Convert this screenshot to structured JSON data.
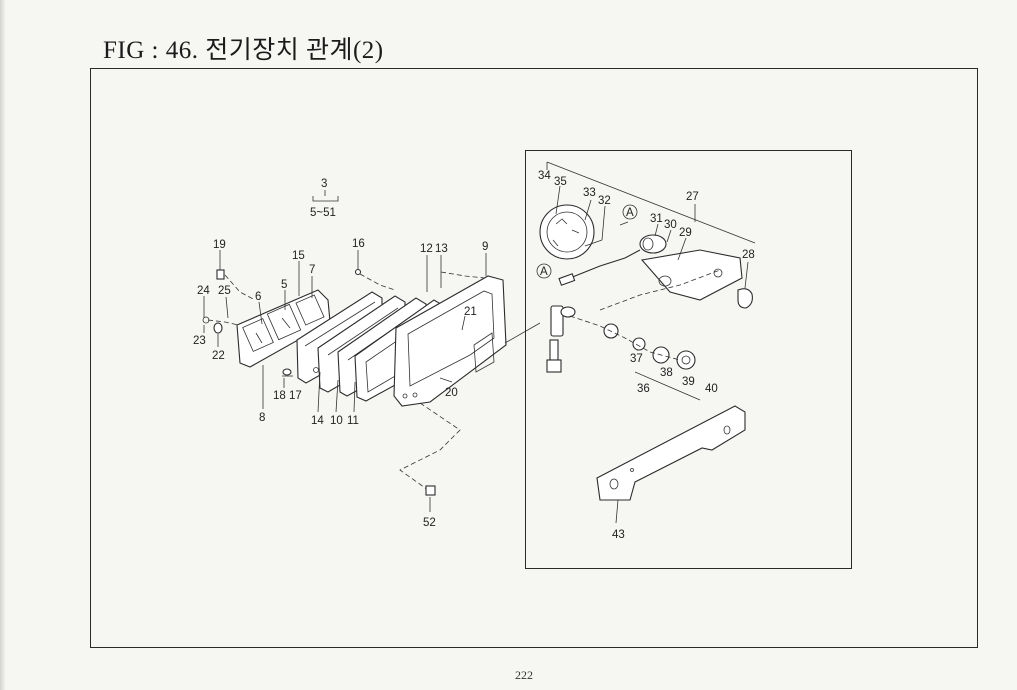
{
  "title": "FIG : 46. 전기장치 관계(2)",
  "page_number": "222",
  "callouts": {
    "c3": "3",
    "c5_51": "5~51",
    "c19": "19",
    "c16": "16",
    "c15": "15",
    "c12": "12",
    "c13": "13",
    "c9": "9",
    "c7": "7",
    "c5": "5",
    "c6": "6",
    "c24": "24",
    "c25": "25",
    "c21": "21",
    "c23": "23",
    "c22": "22",
    "c8": "8",
    "c18": "18",
    "c17": "17",
    "c14": "14",
    "c10": "10",
    "c11": "11",
    "c20": "20",
    "c52": "52",
    "c34": "34",
    "c35": "35",
    "c33": "33",
    "c32": "32",
    "c27": "27",
    "cA1": "A",
    "cA2": "A",
    "c31": "31",
    "c30": "30",
    "c29": "29",
    "c28": "28",
    "c37": "37",
    "c38": "38",
    "c39": "39",
    "c40": "40",
    "c36": "36",
    "c43": "43"
  }
}
